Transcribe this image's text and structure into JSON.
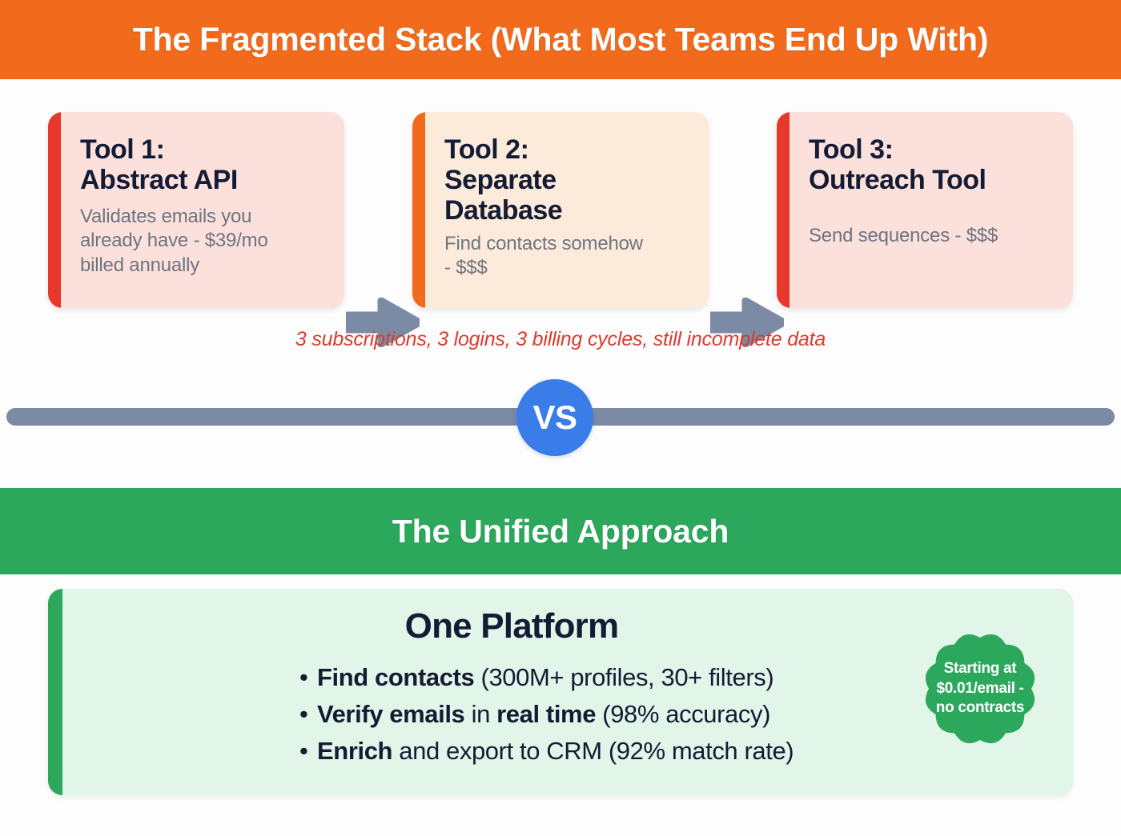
{
  "colors": {
    "fragmented_banner": "#F26B1D",
    "unified_banner": "#2BA85C",
    "accent_red": "#E8382B",
    "accent_orange": "#F26B1D",
    "accent_green": "#2BA85C",
    "vs_blue": "#3B7DE8",
    "divider_gray": "#7B8AA5",
    "heading_navy": "#141B34",
    "muted_text": "#6E7480",
    "warning_red": "#D93C2E"
  },
  "fragmented": {
    "banner_title": "The Fragmented Stack (What Most Teams End Up With)",
    "cards": [
      {
        "title": "Tool 1:\nAbstract API",
        "description": "Validates emails you\nalready have - $39/mo\nbilled annually",
        "accent": "#E8382B",
        "background": "#FBE0DC"
      },
      {
        "title": "Tool 2:\nSeparate\nDatabase",
        "description": "Find contacts somehow\n- $$$",
        "accent": "#F26B1D",
        "background": "#FCEBDB"
      },
      {
        "title": "Tool 3:\nOutreach Tool",
        "description": "Send sequences - $$$",
        "accent": "#E8382B",
        "background": "#FBE0DC"
      }
    ],
    "arrows": [
      "arrow-right-icon",
      "arrow-right-icon"
    ],
    "caption": "3 subscriptions, 3 logins, 3 billing cycles, still incomplete data"
  },
  "divider": {
    "label": "VS"
  },
  "unified": {
    "banner_title": "The Unified Approach",
    "panel_title": "One Platform",
    "bullets": [
      {
        "bullet": "•",
        "lead": "Find contacts",
        "rest": " (300M+ profiles, 30+ filters)"
      },
      {
        "bullet": "•",
        "lead": "Verify emails",
        "mid": " in ",
        "lead2": "real time",
        "rest": " (98% accuracy)"
      },
      {
        "bullet": "•",
        "lead": "Enrich",
        "rest": " and export to CRM (92% match rate)"
      }
    ],
    "badge": {
      "line1": "Starting at",
      "line2": "$0.01/email -",
      "line3": "no contracts"
    }
  }
}
